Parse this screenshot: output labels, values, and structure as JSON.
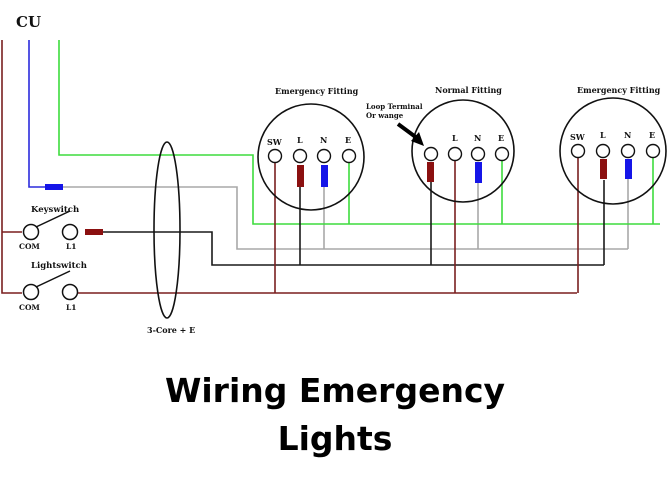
{
  "title": {
    "line1": "Wiring Emergency",
    "line2": "Lights"
  },
  "diagram": {
    "supply_label": "CU",
    "cable_label": "3-Core + E",
    "annotation": "Loop Terminal Or wange",
    "annotation_line1": "Loop Terminal",
    "annotation_line2": "Or wange",
    "switches": [
      {
        "name": "Keyswitch",
        "terminals": [
          "COM",
          "L1"
        ]
      },
      {
        "name": "Lightswitch",
        "terminals": [
          "COM",
          "L1"
        ]
      }
    ],
    "fittings": [
      {
        "name": "Emergency Fitting",
        "terminals": [
          "SW",
          "L",
          "N",
          "E"
        ]
      },
      {
        "name": "Normal Fitting",
        "terminals": [
          "",
          "L",
          "N",
          "E"
        ]
      },
      {
        "name": "Emergency Fitting",
        "terminals": [
          "SW",
          "L",
          "N",
          "E"
        ]
      }
    ],
    "wire_colors": {
      "live_brown": "#7a1f1f",
      "neutral_blue": "#2b2bdc",
      "earth_green": "#3ddc3d",
      "switched_black": "#1a1a1a",
      "neutral_gray": "#a8a8a8",
      "sleeve_red": "#8b1010",
      "sleeve_blue": "#1515e8"
    }
  }
}
